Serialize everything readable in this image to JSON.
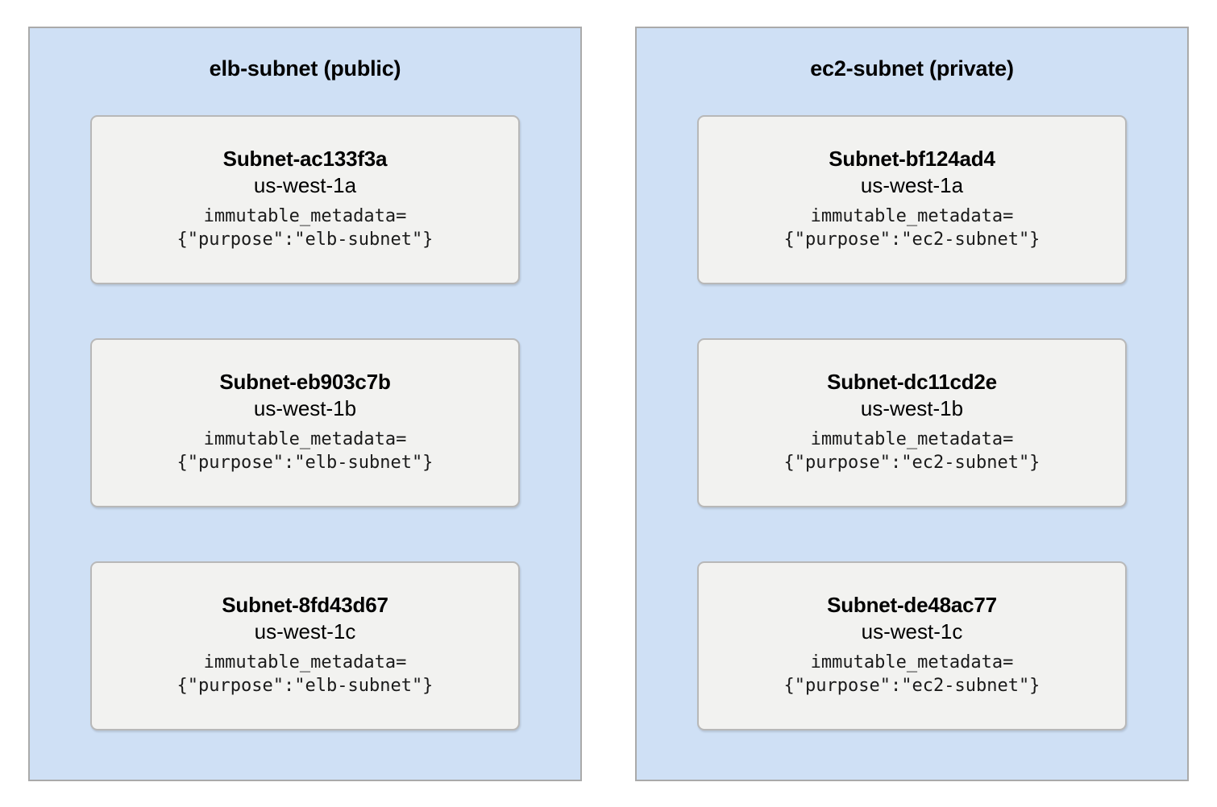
{
  "diagram": {
    "title": "",
    "colors": {
      "panel_fill": "#cfe0f5",
      "panel_border": "#aaaaaa",
      "card_fill": "#f2f2f0",
      "card_border": "#b8b8b8",
      "text": "#000000"
    },
    "panels": [
      {
        "id": "elb-subnet-panel",
        "title": "elb-subnet (public)",
        "cards": [
          {
            "name": "Subnet-ac133f3a",
            "availability_zone": "us-west-1a",
            "metadata_key": "immutable_metadata=",
            "metadata_value": "{\"purpose\":\"elb-subnet\"}",
            "metadata": "immutable_metadata=\n{\"purpose\":\"elb-subnet\"}"
          },
          {
            "name": "Subnet-eb903c7b",
            "availability_zone": "us-west-1b",
            "metadata_key": "immutable_metadata=",
            "metadata_value": "{\"purpose\":\"elb-subnet\"}",
            "metadata": "immutable_metadata=\n{\"purpose\":\"elb-subnet\"}"
          },
          {
            "name": "Subnet-8fd43d67",
            "availability_zone": "us-west-1c",
            "metadata_key": "immutable_metadata=",
            "metadata_value": "{\"purpose\":\"elb-subnet\"}",
            "metadata": "immutable_metadata=\n{\"purpose\":\"elb-subnet\"}"
          }
        ]
      },
      {
        "id": "ec2-subnet-panel",
        "title": "ec2-subnet (private)",
        "cards": [
          {
            "name": "Subnet-bf124ad4",
            "availability_zone": "us-west-1a",
            "metadata_key": "immutable_metadata=",
            "metadata_value": "{\"purpose\":\"ec2-subnet\"}",
            "metadata": "immutable_metadata=\n{\"purpose\":\"ec2-subnet\"}"
          },
          {
            "name": "Subnet-dc11cd2e",
            "availability_zone": "us-west-1b",
            "metadata_key": "immutable_metadata=",
            "metadata_value": "{\"purpose\":\"ec2-subnet\"}",
            "metadata": "immutable_metadata=\n{\"purpose\":\"ec2-subnet\"}"
          },
          {
            "name": "Subnet-de48ac77",
            "availability_zone": "us-west-1c",
            "metadata_key": "immutable_metadata=",
            "metadata_value": "{\"purpose\":\"ec2-subnet\"}",
            "metadata": "immutable_metadata=\n{\"purpose\":\"ec2-subnet\"}"
          }
        ]
      }
    ]
  }
}
